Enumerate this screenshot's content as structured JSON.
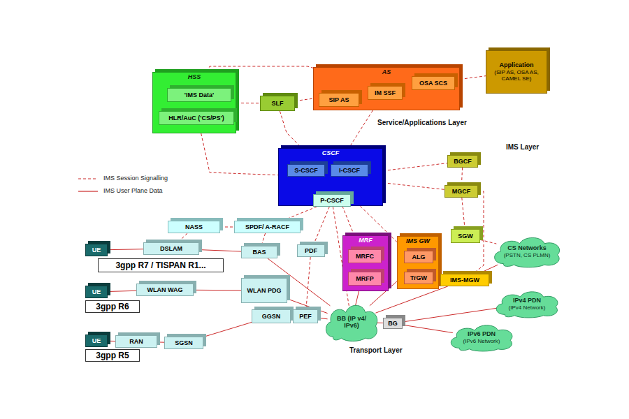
{
  "diagram": {
    "nodes": [
      {
        "text": [
          "Service/Applications Layer"
        ]
      },
      {
        "text": [
          "HSS"
        ],
        "in": 0
      },
      {
        "text": [
          "'IMS Data'"
        ],
        "in": 1
      },
      {
        "text": [
          "HLR/AuC ('CS/PS')"
        ],
        "in": 1
      },
      {
        "text": [
          "SLF"
        ],
        "in": 0
      },
      {
        "text": [
          "AS"
        ],
        "in": 0
      },
      {
        "text": [
          "SIP AS"
        ],
        "in": 5
      },
      {
        "text": [
          "IM SSF"
        ],
        "in": 5
      },
      {
        "text": [
          "OSA SCS"
        ],
        "in": 5
      },
      {
        "text": [
          "Application",
          "(SIP AS, OSA AS, CAMEL SE)"
        ]
      },
      {
        "text": [
          "IMS Layer"
        ]
      },
      {
        "text": [
          "CSCF"
        ],
        "in": 10
      },
      {
        "text": [
          "S-CSCF"
        ],
        "in": 11
      },
      {
        "text": [
          "I-CSCF"
        ],
        "in": 11
      },
      {
        "text": [
          "P-CSCF"
        ],
        "in": 11
      },
      {
        "text": [
          "BGCF"
        ],
        "in": 10
      },
      {
        "text": [
          "MGCF"
        ],
        "in": 10
      },
      {
        "text": [
          "NASS"
        ],
        "in": 10
      },
      {
        "text": [
          "SPDF/ A-RACF"
        ],
        "in": 10
      },
      {
        "text": [
          "SGW"
        ],
        "in": 10
      },
      {
        "text": [
          "Transport Layer"
        ]
      },
      {
        "text": [
          "UE"
        ]
      },
      {
        "text": [
          "DSLAM"
        ]
      },
      {
        "text": [
          "3gpp R7 / TISPAN R1..."
        ]
      },
      {
        "text": [
          "BAS"
        ],
        "in": 20
      },
      {
        "text": [
          "PDF"
        ],
        "in": 20
      },
      {
        "text": [
          "MRF"
        ],
        "in": 20
      },
      {
        "text": [
          "MRFC"
        ],
        "in": 26
      },
      {
        "text": [
          "MRFP"
        ],
        "in": 26
      },
      {
        "text": [
          "IMS GW"
        ],
        "in": 20
      },
      {
        "text": [
          "ALG"
        ],
        "in": 29
      },
      {
        "text": [
          "TrGW"
        ],
        "in": 29
      },
      {
        "text": [
          "IMS-MGW"
        ],
        "in": 20
      },
      {
        "text": [
          "CS Networks",
          "(PSTN, CS PLMN)"
        ]
      },
      {
        "text": [
          "UE"
        ]
      },
      {
        "text": [
          "WLAN WAG"
        ],
        "in": 20
      },
      {
        "text": [
          "3gpp R6"
        ]
      },
      {
        "text": [
          "WLAN PDG"
        ],
        "in": 20
      },
      {
        "text": [
          "GGSN"
        ],
        "in": 20
      },
      {
        "text": [
          "PEF"
        ],
        "in": 20
      },
      {
        "text": [
          "BB (IP v4/ IPv6)"
        ],
        "in": 20
      },
      {
        "text": [
          "BG"
        ],
        "in": 20
      },
      {
        "text": [
          "IPv4 PDN",
          "(IPv4 Network)"
        ]
      },
      {
        "text": [
          "IPv6 PDN",
          "(IPv6 Network)"
        ]
      },
      {
        "text": [
          "UE"
        ]
      },
      {
        "text": [
          "RAN"
        ],
        "in": 20
      },
      {
        "text": [
          "SGSN"
        ],
        "in": 20
      },
      {
        "text": [
          "3gpp R5"
        ]
      }
    ],
    "edges": [
      {
        "from": 1,
        "to": 4,
        "arrow": "none"
      },
      {
        "from": 4,
        "to": 5,
        "arrow": "none"
      },
      {
        "from": 1,
        "to": 5,
        "arrow": "none"
      },
      {
        "from": 5,
        "to": 9,
        "arrow": "none"
      },
      {
        "from": 1,
        "to": 11,
        "arrow": "none"
      },
      {
        "from": 4,
        "to": 11,
        "arrow": "none"
      },
      {
        "from": 5,
        "to": 11,
        "arrow": "none"
      },
      {
        "from": 11,
        "to": 15,
        "arrow": "none"
      },
      {
        "from": 15,
        "to": 16,
        "arrow": "none"
      },
      {
        "from": 11,
        "to": 16,
        "arrow": "none"
      },
      {
        "from": 16,
        "to": 19,
        "arrow": "none"
      },
      {
        "from": 19,
        "to": 33,
        "arrow": "none"
      },
      {
        "from": 16,
        "to": 32,
        "arrow": "none"
      },
      {
        "from": 17,
        "to": 18,
        "arrow": "none"
      },
      {
        "from": 18,
        "to": 14,
        "arrow": "none"
      },
      {
        "from": 14,
        "to": 25,
        "arrow": "none"
      },
      {
        "from": 11,
        "to": 26,
        "arrow": "none"
      },
      {
        "from": 11,
        "to": 29,
        "arrow": "none"
      },
      {
        "from": 17,
        "to": 22,
        "arrow": "none"
      },
      {
        "from": 18,
        "to": 24,
        "arrow": "none"
      },
      {
        "from": 25,
        "to": 39,
        "arrow": "none"
      },
      {
        "from": 14,
        "to": 40,
        "arrow": "none"
      },
      {
        "from": 21,
        "to": 22,
        "arrow": "none"
      },
      {
        "from": 22,
        "to": 24,
        "arrow": "none"
      },
      {
        "from": 24,
        "to": 40,
        "arrow": "none"
      },
      {
        "from": 34,
        "to": 35,
        "arrow": "none"
      },
      {
        "from": 35,
        "to": 37,
        "arrow": "none"
      },
      {
        "from": 37,
        "to": 40,
        "arrow": "none"
      },
      {
        "from": 44,
        "to": 45,
        "arrow": "none"
      },
      {
        "from": 45,
        "to": 46,
        "arrow": "none"
      },
      {
        "from": 46,
        "to": 38,
        "arrow": "none"
      },
      {
        "from": 39,
        "to": 40,
        "arrow": "none"
      },
      {
        "from": 40,
        "to": 26,
        "arrow": "none"
      },
      {
        "from": 40,
        "to": 29,
        "arrow": "none"
      },
      {
        "from": 40,
        "to": 32,
        "arrow": "none"
      },
      {
        "from": 32,
        "to": 33,
        "arrow": "none"
      },
      {
        "from": 40,
        "to": 41,
        "arrow": "none"
      },
      {
        "from": 41,
        "to": 42,
        "arrow": "none"
      },
      {
        "from": 41,
        "to": 43,
        "arrow": "none"
      }
    ],
    "legend": [
      {
        "text": "IMS Session Signalling"
      },
      {
        "text": "IMS User Plane Data"
      }
    ]
  }
}
